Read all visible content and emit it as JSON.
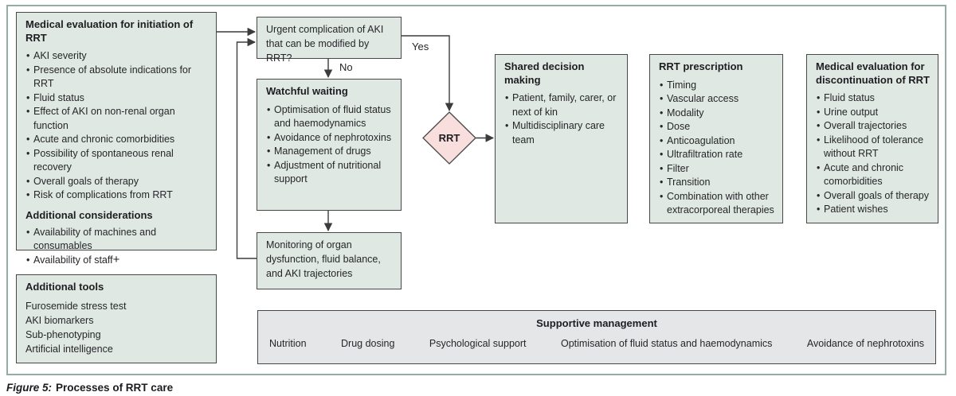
{
  "figure": {
    "caption_label": "Figure 5:",
    "caption_title": "Processes of RRT care"
  },
  "colors": {
    "box_fill": "#dfe8e2",
    "box_border": "#474747",
    "outer_border": "#93ada3",
    "diamond_fill": "#f8dedd",
    "supportive_fill": "#e5e6e8",
    "arrow": "#3c3c3c",
    "text": "#26262a"
  },
  "boxes": {
    "initiation": {
      "title": "Medical evaluation for initiation of RRT",
      "bullets": [
        "AKI severity",
        "Presence of absolute indications for RRT",
        "Fluid status",
        "Effect of AKI on non-renal organ function",
        "Acute and chronic comorbidities",
        "Possibility of spontaneous renal recovery",
        "Overall goals of therapy",
        "Risk of complications from RRT"
      ],
      "subtitle": "Additional considerations",
      "sub_bullets": [
        "Availability of machines and consumables",
        "Availability of staff"
      ]
    },
    "additional_tools": {
      "title": "Additional tools",
      "items": [
        "Furosemide stress test",
        "AKI biomarkers",
        "Sub-phenotyping",
        "Artificial intelligence"
      ]
    },
    "urgent": {
      "text": "Urgent complication of AKI that can be modified by RRT?"
    },
    "watchful": {
      "title": "Watchful waiting",
      "bullets": [
        "Optimisation of fluid status and haemodynamics",
        "Avoidance of nephrotoxins",
        "Management of drugs",
        "Adjustment of nutritional support"
      ]
    },
    "monitoring": {
      "text": "Monitoring of organ dysfunction, fluid balance, and AKI trajectories"
    },
    "decision": {
      "label": "RRT"
    },
    "shared": {
      "title": "Shared decision making",
      "bullets": [
        "Patient, family, carer, or next of kin",
        "Multidisciplinary care team"
      ]
    },
    "prescription": {
      "title": "RRT prescription",
      "bullets": [
        "Timing",
        "Vascular access",
        "Modality",
        "Dose",
        "Anticoagulation",
        "Ultrafiltration rate",
        "Filter",
        "Transition",
        "Combination with other extracorporeal therapies"
      ]
    },
    "discontinuation": {
      "title": "Medical evaluation for discontinuation of RRT",
      "bullets": [
        "Fluid status",
        "Urine output",
        "Overall trajectories",
        "Likelihood of tolerance without RRT",
        "Acute and chronic comorbidities",
        "Overall goals of therapy",
        "Patient wishes"
      ]
    },
    "supportive": {
      "title": "Supportive management",
      "items": [
        "Nutrition",
        "Drug dosing",
        "Psychological support",
        "Optimisation of fluid status and haemodynamics",
        "Avoidance of nephrotoxins"
      ]
    }
  },
  "edges": {
    "yes_label": "Yes",
    "no_label": "No",
    "plus_sign": "+"
  }
}
